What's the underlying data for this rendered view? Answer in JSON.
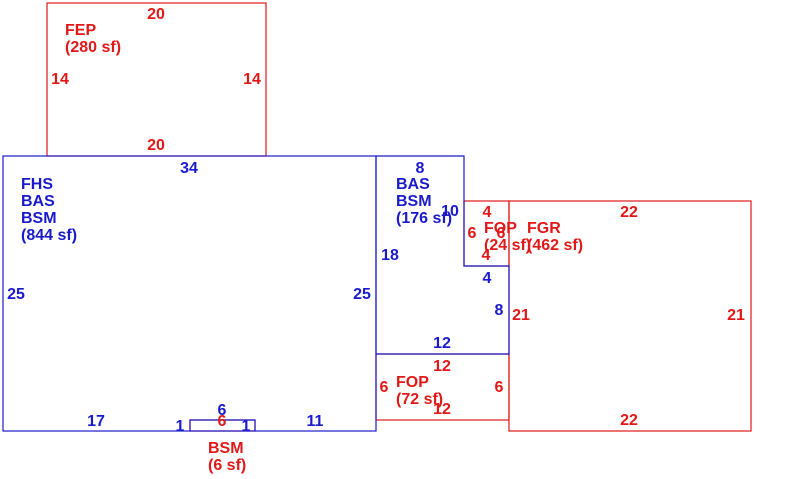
{
  "colors": {
    "blue": "#1a1acc",
    "red": "#e01818"
  },
  "areas": {
    "fep": {
      "lines": [
        "FEP",
        "(280 sf)"
      ]
    },
    "main": {
      "lines": [
        "FHS",
        "BAS",
        "BSM",
        "(844 sf)"
      ]
    },
    "bas2": {
      "lines": [
        "BAS",
        "BSM",
        "(176 sf)"
      ]
    },
    "fop_small": {
      "lines": [
        "FOP",
        "(24 sf)"
      ]
    },
    "fgr": {
      "lines": [
        "FGR",
        "(462 sf)"
      ]
    },
    "fop_lower": {
      "lines": [
        "FOP",
        "(72 sf)"
      ]
    },
    "bsm_small": {
      "lines": [
        "BSM",
        "(6 sf)"
      ]
    }
  },
  "dims": {
    "fep_top": "20",
    "fep_bottom": "20",
    "fep_left": "14",
    "fep_right": "14",
    "main_top": "34",
    "main_left": "25",
    "main_right": "25",
    "main_bottom_left": "17",
    "main_bottom_right": "11",
    "bsm_top": "6",
    "bsm_bottom": "6",
    "bsm_left": "1",
    "bsm_right": "1",
    "bas2_top": "8",
    "bas2_left": "18",
    "bas2_inner": "10",
    "bas2_bottom": "12",
    "bas2_step": "4",
    "bas2_right": "8",
    "fop_small_top": "4",
    "fop_small_left": "6",
    "fop_small_right": "6",
    "fop_small_bottom": "4",
    "fop_lower_top": "12",
    "fop_lower_bottom": "12",
    "fop_lower_left": "6",
    "fop_lower_right": "6",
    "fgr_top": "22",
    "fgr_bottom": "22",
    "fgr_left": "21",
    "fgr_right": "21"
  }
}
